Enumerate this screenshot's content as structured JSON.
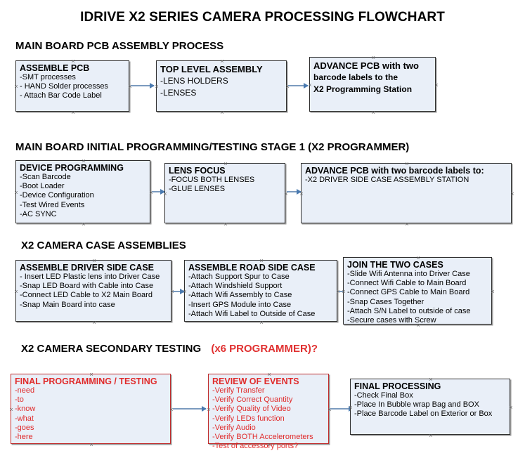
{
  "document": {
    "title": "IDRIVE X2  SERIES CAMERA PROCESSING FLOWCHART"
  },
  "colors": {
    "box_fill": "#e9eff8",
    "box_border": "#2f2f2f",
    "red_accent": "#e02b2b",
    "arrow": "#4a7ab0",
    "text": "#000000"
  },
  "sections": [
    {
      "id": "main-board-pcb-assembly",
      "header": "MAIN BOARD PCB ASSEMBLY PROCESS",
      "header_accent": "",
      "boxes": [
        {
          "id": "assemble-pcb",
          "title": "ASSEMBLE PCB",
          "items": [
            "-SMT processes",
            "- HAND Solder processes",
            "- Attach Bar Code Label"
          ]
        },
        {
          "id": "top-level-assembly",
          "title": "TOP LEVEL ASSEMBLY",
          "items": [
            "-LENS HOLDERS",
            "-LENSES"
          ]
        },
        {
          "id": "advance-pcb-programming-station",
          "title": "ADVANCE PCB with two",
          "items": [
            "barcode labels to the",
            " X2 Programming Station"
          ]
        }
      ]
    },
    {
      "id": "main-board-initial-programming",
      "header": "MAIN BOARD INITIAL PROGRAMMING/TESTING STAGE 1 (X2 PROGRAMMER)",
      "header_accent": "",
      "boxes": [
        {
          "id": "device-programming",
          "title": "DEVICE PROGRAMMING",
          "items": [
            "-Scan Barcode",
            "-Boot Loader",
            "-Device Configuration",
            "-Test Wired Events",
            "-AC SYNC"
          ]
        },
        {
          "id": "lens-focus",
          "title": "LENS FOCUS",
          "items": [
            "-FOCUS BOTH LENSES",
            "-GLUE LENSES"
          ]
        },
        {
          "id": "advance-pcb-driver-side-case",
          "title": "ADVANCE PCB with two barcode labels to:",
          "items": [
            "-X2 DRIVER  SIDE  CASE  ASSEMBLY STATION"
          ]
        }
      ]
    },
    {
      "id": "x2-camera-case-assemblies",
      "header": "X2 CAMERA CASE ASSEMBLIES",
      "header_accent": "",
      "boxes": [
        {
          "id": "assemble-driver-side-case",
          "title": "ASSEMBLE DRIVER SIDE CASE",
          "items": [
            "- Insert LED Plastic lens into Driver Case",
            "-Snap LED Board with Cable into Case",
            "-Connect LED Cable to X2 Main Board",
            "-Snap Main Board into case"
          ]
        },
        {
          "id": "assemble-road-side-case",
          "title": "ASSEMBLE ROAD SIDE CASE",
          "items": [
            "-Attach Support Spur to Case",
            "-Attach Windshield Support",
            "-Attach Wifi Assembly to Case",
            "-Insert GPS Module into Case",
            "-Attach Wifi Label to Outside of Case"
          ]
        },
        {
          "id": "join-the-two-cases",
          "title": "JOIN THE TWO CASES",
          "items": [
            "-Slide Wifi Antenna into Driver Case",
            "-Connect Wifi Cable to Main Board",
            "-Connect GPS Cable to Main Board",
            "-Snap Cases Together",
            "-Attach S/N Label to outside of case",
            "-Secure cases with Screw"
          ]
        }
      ]
    },
    {
      "id": "x2-camera-secondary-testing",
      "header": "X2 CAMERA SECONDARY TESTING",
      "header_accent": "(x6 PROGRAMMER)?",
      "boxes": [
        {
          "id": "final-programming-testing",
          "title": "FINAL PROGRAMMING / TESTING",
          "items": [
            "-need",
            "-to",
            "-know",
            "-what",
            "-goes",
            "-here"
          ]
        },
        {
          "id": "review-of-events",
          "title": "REVIEW OF EVENTS",
          "items": [
            "-Verify Transfer",
            "-Verify Correct Quantity",
            "-Verify Quality of Video",
            "-Verify LEDs function",
            "-Verify Audio",
            "-Verify BOTH Accelerometers",
            "-Test of accessory ports?"
          ]
        },
        {
          "id": "final-processing",
          "title": "FINAL PROCESSING",
          "items": [
            " -Check Final Box",
            "-Place In Bubble wrap Bag and BOX",
            "-Place Barcode Label on Exterior or Box"
          ]
        }
      ]
    }
  ]
}
